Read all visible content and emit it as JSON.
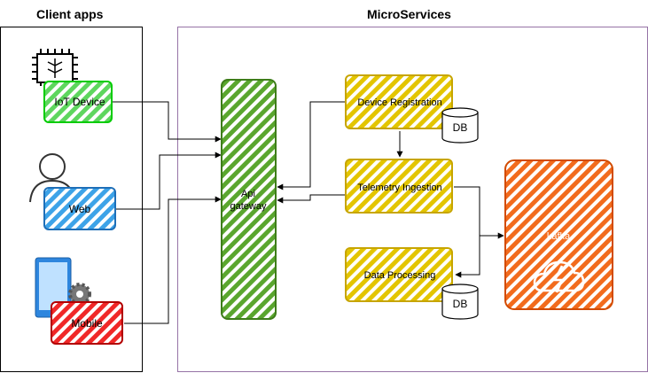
{
  "headers": {
    "client_apps": "Client apps",
    "microservices": "MicroServices"
  },
  "clients": {
    "iot": "IoT Device",
    "web": "Web",
    "mobile": "Mobile"
  },
  "gateway": {
    "line1": "Api",
    "line2": "gateway"
  },
  "services": {
    "device_registration": "Device Registration",
    "telemetry_ingestion": "Telemetry Ingestion",
    "data_processing": "Data Processing"
  },
  "databases": {
    "db1": "DB",
    "db2": "DB"
  },
  "queue": {
    "kafka": "kafka"
  },
  "colors": {
    "iot_fill": "#5ED65E",
    "iot_stroke": "#00CC00",
    "web_fill": "#3DA3E8",
    "web_stroke": "#1E6FB8",
    "mobile_fill": "#F02828",
    "mobile_stroke": "#B20000",
    "gateway_fill": "#5AA62E",
    "gateway_stroke": "#3E7D1A",
    "service_fill": "#E3C500",
    "service_stroke": "#C7A500",
    "kafka_fill": "#F26B1D",
    "kafka_stroke": "#D24B00",
    "microservices_border": "#9673A6"
  },
  "icons": [
    "chip-icon",
    "user-icon",
    "phone-icon",
    "gear-icon",
    "cloud-bolt-icon"
  ]
}
